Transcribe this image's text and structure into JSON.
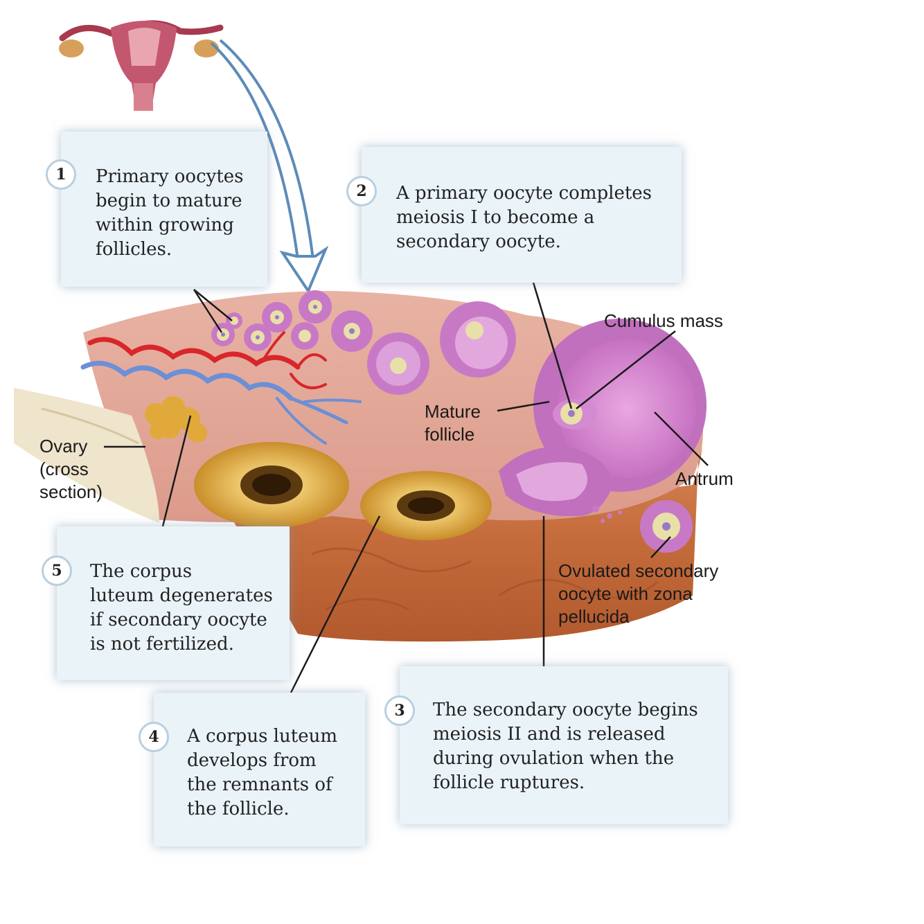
{
  "steps": [
    {
      "number": "1",
      "text": "Primary oocytes\nbegin to mature\nwithin growing\nfollicles."
    },
    {
      "number": "2",
      "text": "A primary oocyte completes\nmeiosis I to become a\nsecondary oocyte."
    },
    {
      "number": "3",
      "text": "The secondary oocyte begins\nmeiosis II and is released\nduring ovulation when the\nfollicle ruptures."
    },
    {
      "number": "4",
      "text": "A corpus luteum\ndevelops from\nthe remnants of\nthe follicle."
    },
    {
      "number": "5",
      "text": "The corpus\nluteum degenerates\nif secondary oocyte\nis not fertilized."
    }
  ],
  "labels": {
    "cumulus_mass": "Cumulus mass",
    "mature_follicle": "Mature\nfollicle",
    "antrum": "Antrum",
    "ovary": "Ovary\n(cross\nsection)",
    "ovulated_oocyte": "Ovulated secondary\noocyte with zona\npellucida"
  },
  "colors": {
    "box_fill": "#eaf3f8",
    "ovary_tissue": "#e2a596",
    "follicle": "#c879c6",
    "corpus_luteum": "#e9bb55",
    "artery": "#d8262b",
    "vein": "#6c8fd6"
  }
}
